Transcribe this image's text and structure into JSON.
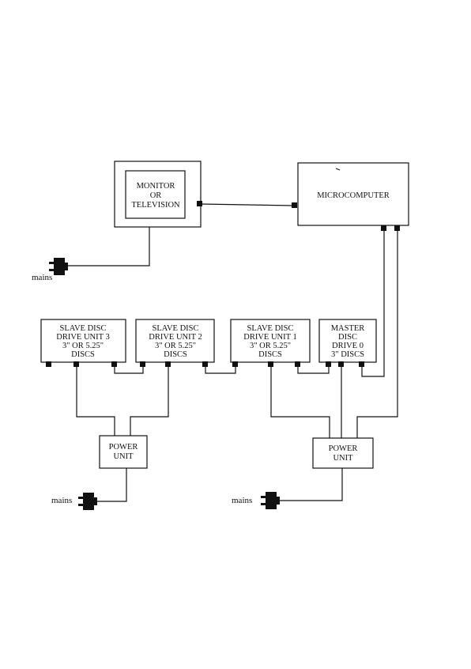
{
  "monitor": {
    "lines": [
      "MONITOR",
      "OR",
      "TELEVISION"
    ]
  },
  "microcomputer": {
    "label": "MICROCOMPUTER"
  },
  "slave3": {
    "lines": [
      "SLAVE DISC",
      "DRIVE UNIT 3",
      "3\" OR 5.25\"",
      "DISCS"
    ]
  },
  "slave2": {
    "lines": [
      "SLAVE DISC",
      "DRIVE UNIT 2",
      "3\" OR 5.25\"",
      "DISCS"
    ]
  },
  "slave1": {
    "lines": [
      "SLAVE DISC",
      "DRIVE UNIT 1",
      "3\" OR 5.25\"",
      "DISCS"
    ]
  },
  "master": {
    "lines": [
      "MASTER",
      "DISC",
      "DRIVE 0",
      "3\" DISCS"
    ]
  },
  "power_left": {
    "lines": [
      "POWER",
      "UNIT"
    ]
  },
  "power_right": {
    "lines": [
      "POWER",
      "UNIT"
    ]
  },
  "mains_labels": {
    "top": "mains",
    "bottom_left": "mains",
    "bottom_right": "mains"
  },
  "icons": {
    "plug": "mains-plug-icon",
    "connector": "port-connector-icon"
  }
}
